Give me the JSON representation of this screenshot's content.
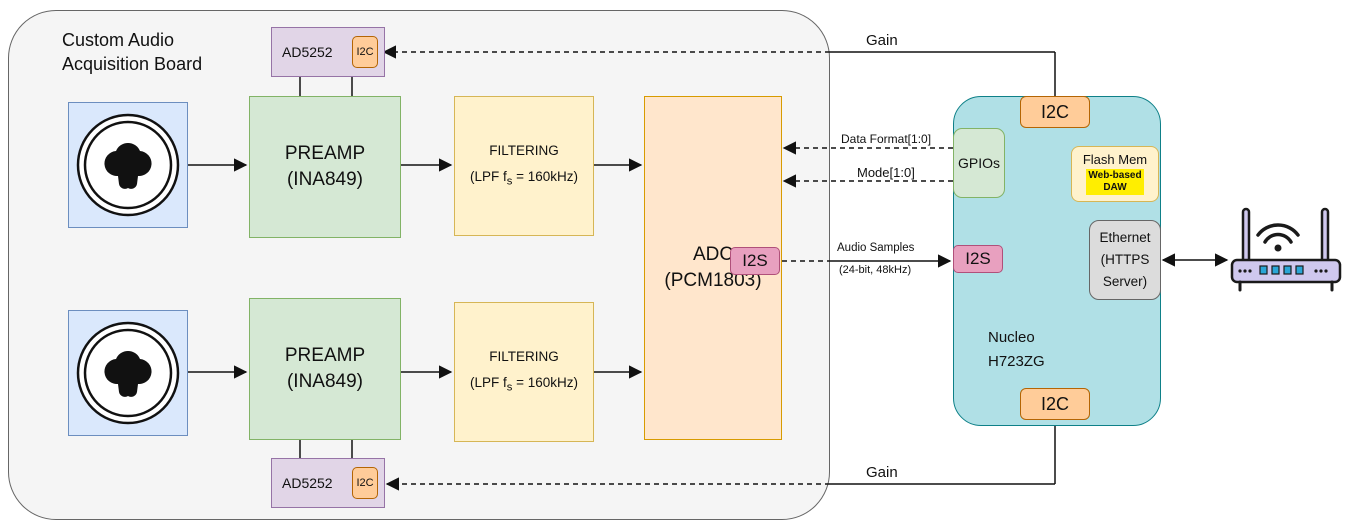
{
  "board": {
    "title_line1": "Custom Audio",
    "title_line2": "Acquisition Board"
  },
  "preamp": {
    "line1": "PREAMP",
    "line2": "(INA849)"
  },
  "filter": {
    "line1": "FILTERING",
    "line2_prefix": "(LPF f",
    "line2_sub": "s",
    "line2_suffix": " = 160kHz)"
  },
  "adc": {
    "line1": "ADC",
    "line2": "(PCM1803)",
    "i2s_label": "I2S"
  },
  "ad5252": {
    "label": "AD5252",
    "i2c_label": "I2C"
  },
  "nucleo": {
    "label_line1": "Nucleo",
    "label_line2": "H723ZG",
    "i2c_label": "I2C",
    "gpios_label": "GPIOs",
    "i2s_label": "I2S",
    "flash": {
      "line1": "Flash Mem",
      "line2": "Web-based",
      "line3": "DAW"
    },
    "ethernet": {
      "line1": "Ethernet",
      "line2": "(HTTPS",
      "line3": "Server)"
    }
  },
  "signals": {
    "gain": "Gain",
    "data_format": "Data Format[1:0]",
    "mode": "Mode[1:0]",
    "audio_line1": "Audio Samples",
    "audio_line2": "(24-bit, 48kHz)"
  },
  "icons": {
    "jack": "xlr-combo-jack-icon",
    "router": "wifi-router-icon"
  },
  "colors": {
    "jack_fill": "#dae8fc",
    "preamp_fill": "#d5e8d4",
    "filter_fill": "#fff2cc",
    "adc_fill": "#ffe6cc",
    "ad5252_fill": "#e1d5e7",
    "i2c_fill": "#ffcc99",
    "i2s_fill": "#e8a0bf",
    "nucleo_fill": "#b0e0e6",
    "ethernet_fill": "#dcdcdc"
  }
}
